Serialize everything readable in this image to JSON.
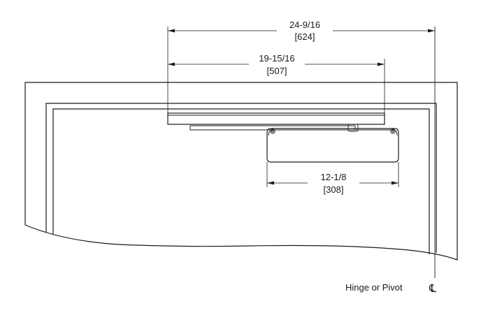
{
  "dimensions": {
    "overall_width": {
      "imperial": "24-9/16",
      "metric": "[624]"
    },
    "arm_width": {
      "imperial": "19-15/16",
      "metric": "[507]"
    },
    "closer_width": {
      "imperial": "12-1/8",
      "metric": "[308]"
    }
  },
  "labels": {
    "hinge": "Hinge or Pivot",
    "centerline_symbol": "℄"
  }
}
